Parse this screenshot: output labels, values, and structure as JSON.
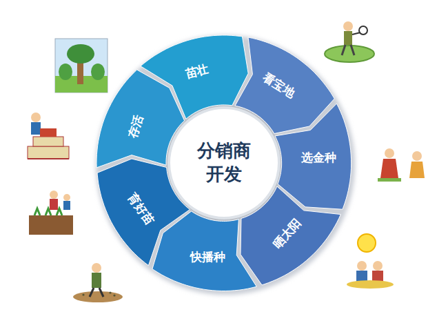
{
  "diagram": {
    "nodes": [
      {
        "text": [
          "分销商 开发"
        ]
      },
      {
        "text": [
          "看宝地"
        ]
      },
      {
        "text": [
          "选金种"
        ]
      },
      {
        "text": [
          "晒太阳"
        ]
      },
      {
        "text": [
          "快播种"
        ]
      },
      {
        "text": [
          "育好苗"
        ]
      },
      {
        "text": [
          "存活"
        ]
      },
      {
        "text": [
          "苗壮"
        ]
      }
    ]
  }
}
